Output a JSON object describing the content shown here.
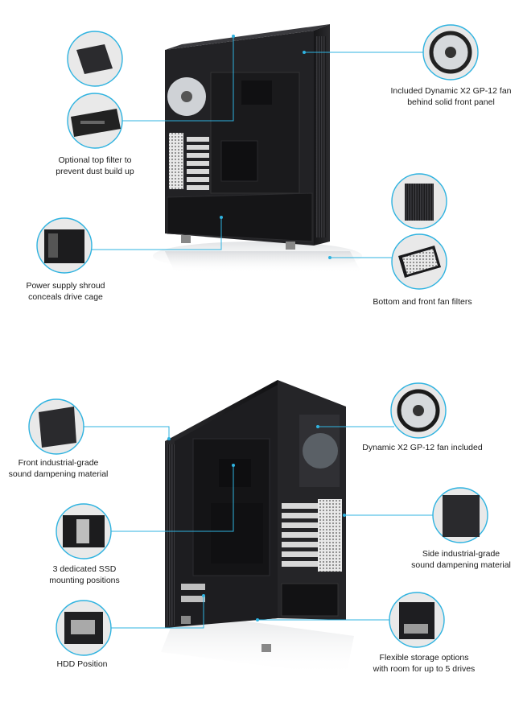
{
  "callouts": [
    {
      "id": "top-filter-top",
      "lines": []
    },
    {
      "id": "top-filter",
      "lines": [
        "Optional top filter to",
        "prevent dust build up"
      ]
    },
    {
      "id": "front-fan",
      "lines": [
        "Included Dynamic X2 GP-12  fan",
        "behind solid front panel"
      ]
    },
    {
      "id": "psu-shroud",
      "lines": [
        "Power supply shroud",
        "conceals drive cage"
      ]
    },
    {
      "id": "fan-filters",
      "lines": [
        "Bottom and front fan filters"
      ]
    },
    {
      "id": "front-damping",
      "lines": [
        "Front industrial-grade",
        "sound dampening material"
      ]
    },
    {
      "id": "fan2",
      "lines": [
        "Dynamic X2 GP-12 fan included"
      ]
    },
    {
      "id": "ssd",
      "lines": [
        "3 dedicated SSD",
        "mounting positions"
      ]
    },
    {
      "id": "side-damping",
      "lines": [
        "Side industrial-grade",
        "sound dampening material"
      ]
    },
    {
      "id": "hdd",
      "lines": [
        "HDD Position"
      ]
    },
    {
      "id": "storage",
      "lines": [
        "Flexible storage options",
        "with room for up to 5 drives"
      ]
    }
  ],
  "colors": {
    "accent": "#2fb3e0",
    "case": "#1c1c1e",
    "case_dark": "#0e0e10",
    "slot": "#d8d8d8"
  }
}
